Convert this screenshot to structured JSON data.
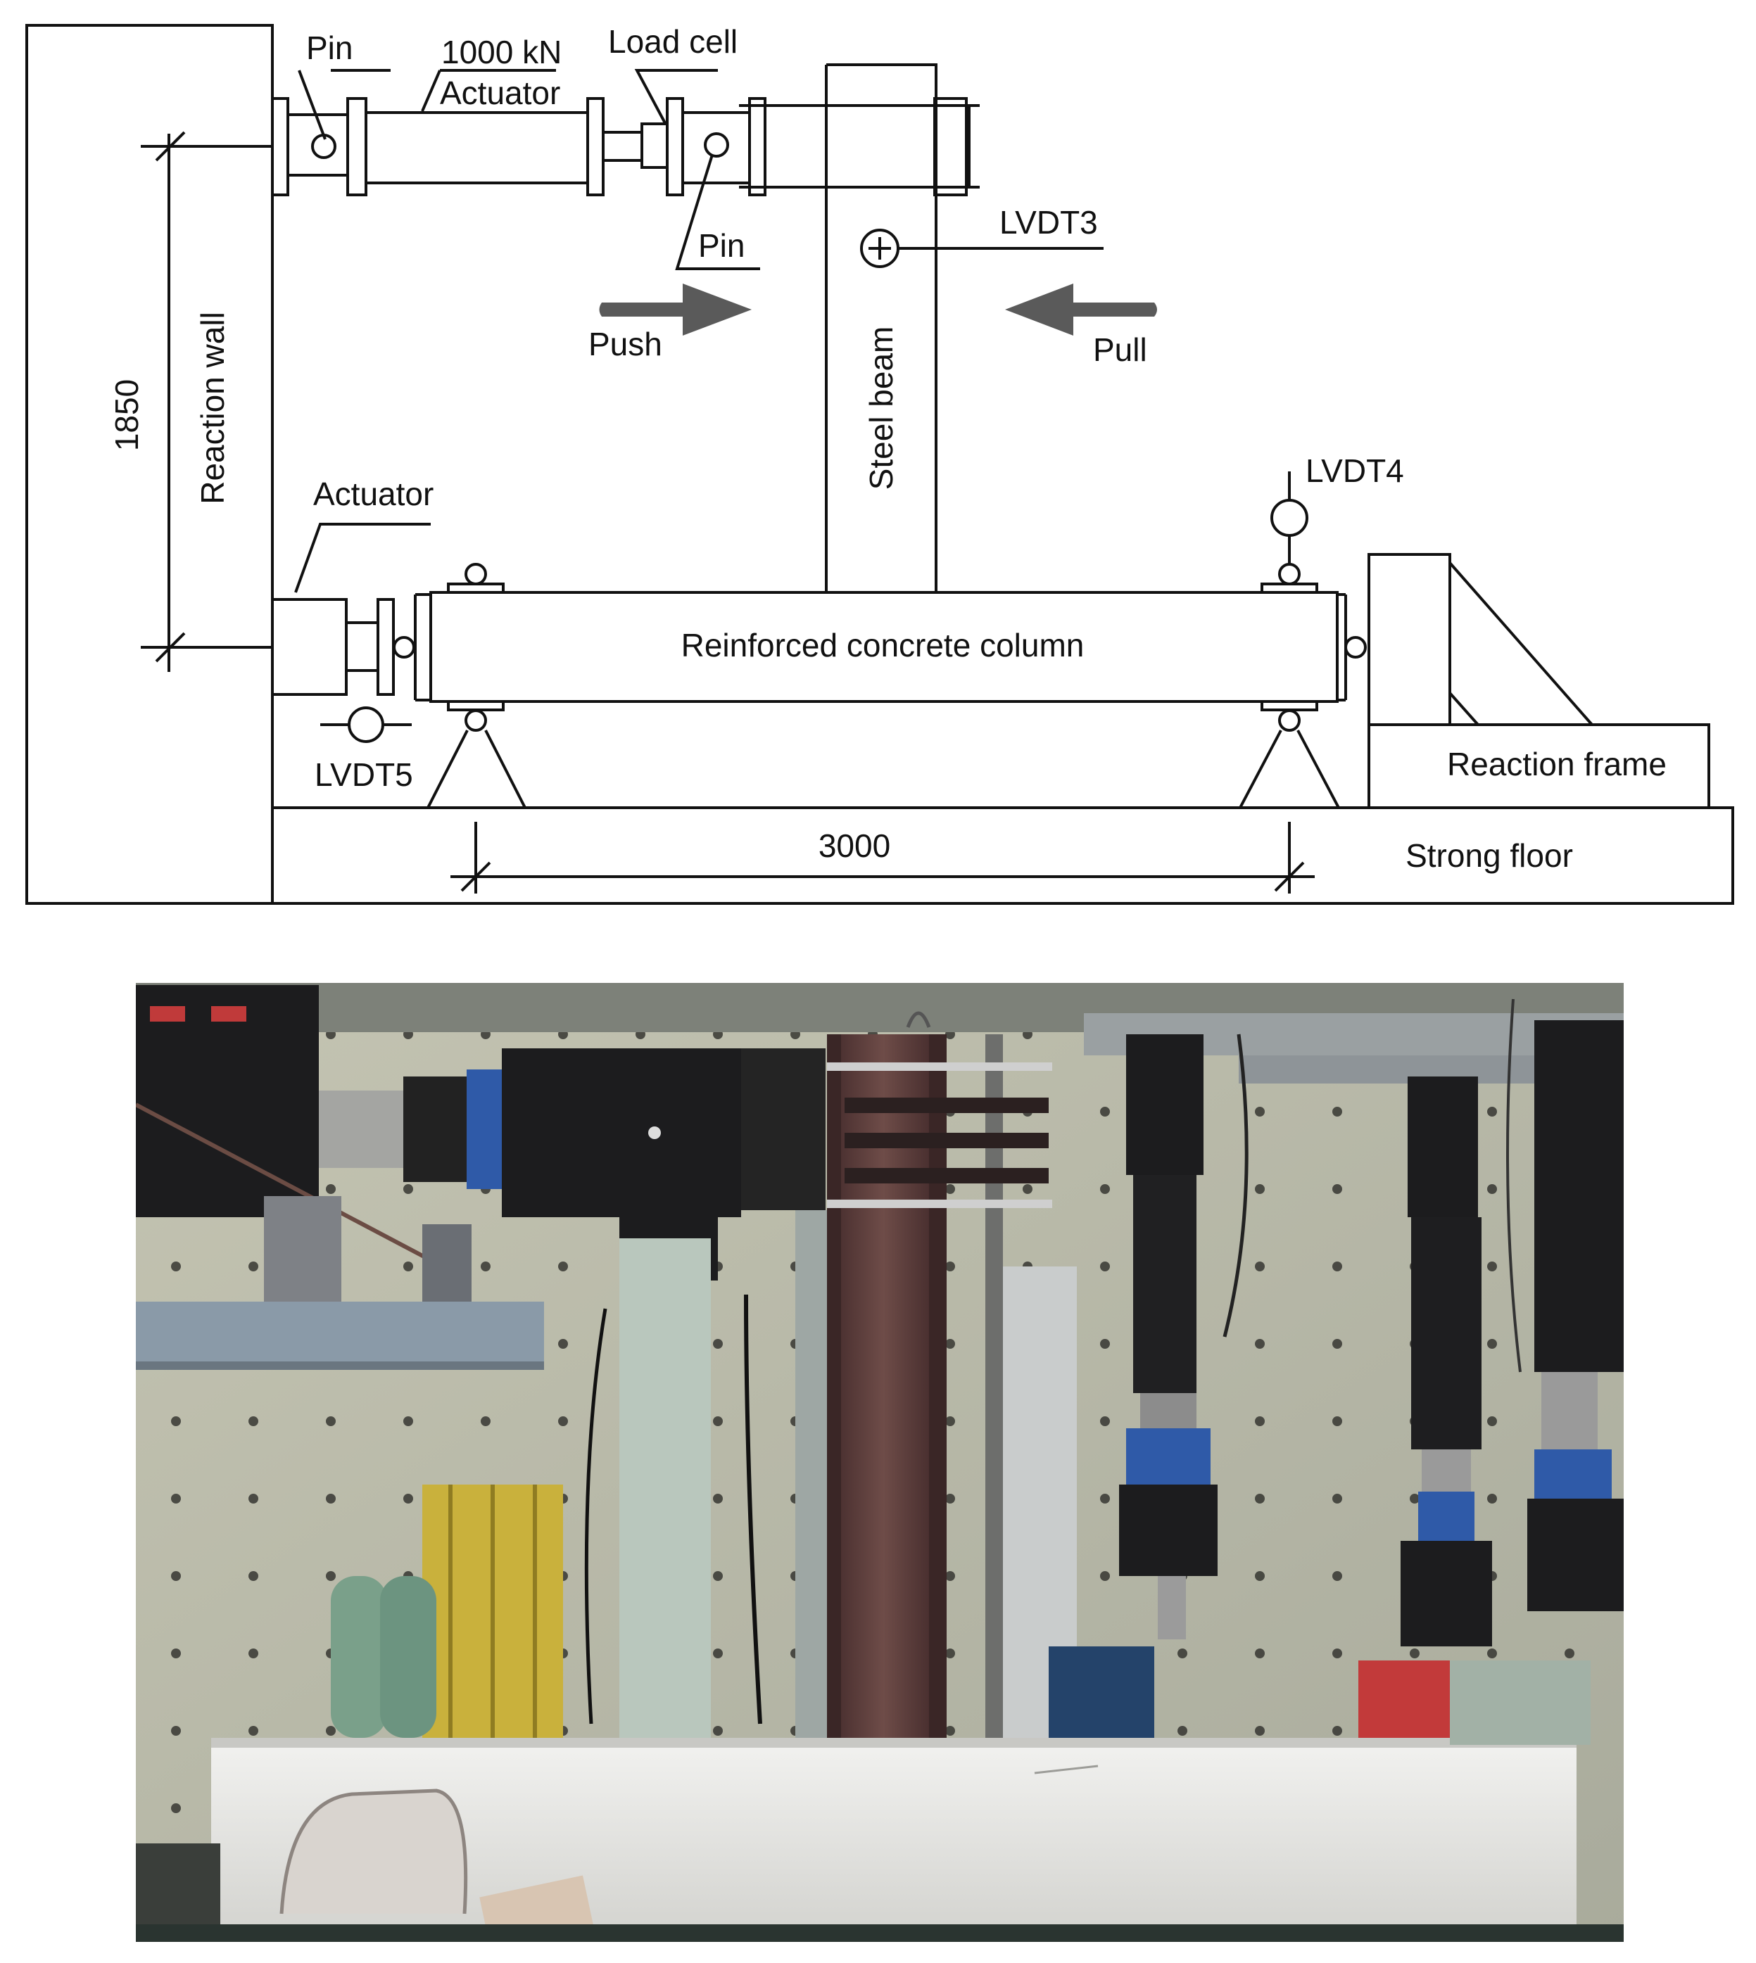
{
  "diagram": {
    "labels": {
      "pin_top": "Pin",
      "actuator_capacity": "1000 kN",
      "actuator_top": "Actuator",
      "load_cell": "Load cell",
      "pin_mid": "Pin",
      "lvdt3": "LVDT3",
      "push": "Push",
      "pull": "Pull",
      "steel_beam": "Steel beam",
      "reaction_wall": "Reaction wall",
      "dim_height": "1850",
      "actuator_bottom": "Actuator",
      "lvdt4": "LVDT4",
      "column": "Reinforced concrete column",
      "reaction_frame": "Reaction frame",
      "lvdt5": "LVDT5",
      "dim_span": "3000",
      "strong_floor": "Strong floor"
    },
    "colors": {
      "line": "#111111",
      "arrow": "#5a5a5a"
    }
  },
  "photo": {
    "colors": {
      "wall": "#b7b8a6",
      "beam_steel": "#5e3f3c",
      "column_concrete": "#e4e4e2",
      "actuator_black": "#1c1c1e",
      "actuator_blue": "#2f5aa8",
      "frame_blue_grey": "#8a9aa8",
      "yellow_crate": "#c9b13c",
      "floor_dark": "#2a3430"
    }
  }
}
